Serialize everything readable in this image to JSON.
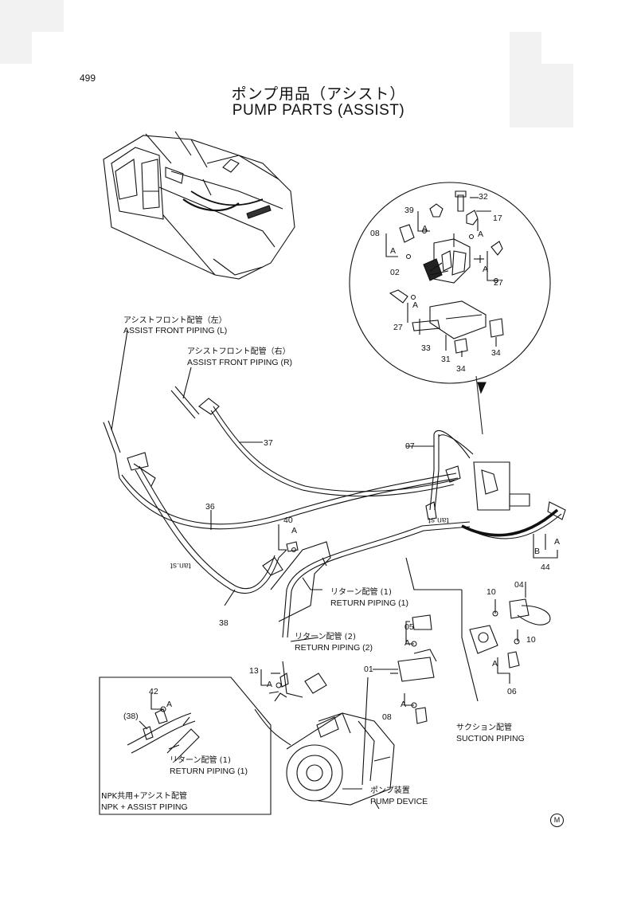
{
  "page": {
    "number": "499",
    "title_jp": "ポンプ用品（アシスト）",
    "title_en": "PUMP  PARTS (ASSIST)"
  },
  "labels": {
    "assist_front_left_jp": "アシストフロント配管（左）",
    "assist_front_left_en": "ASSIST FRONT PIPING (L)",
    "assist_front_right_jp": "アシストフロント配管（右）",
    "assist_front_right_en": "ASSIST FRONT PIPING (R)",
    "return1_jp": "リターン配管 (1)",
    "return1_en": "RETURN PIPING (1)",
    "return2_jp": "リターン配管 (2)",
    "return2_en": "RETURN PIPING (2)",
    "suction_jp": "サクション配管",
    "suction_en": "SUCTION PIPING",
    "pump_device_jp": "ポンプ装置",
    "pump_device_en": "PUMP DEVICE",
    "npk_jp": "NPK共用+アシスト配管",
    "npk_en": "NPK + ASSIST  PIPING",
    "inset_return1_jp": "リターン配管 (1)",
    "inset_return1_en": "RETURN PIPING (1)",
    "inset_ref38": "(38)",
    "watermark": "tan.st",
    "m_mark": "M"
  },
  "part_numbers": {
    "p39": "39",
    "p32": "32",
    "p17": "17",
    "p08a": "08",
    "p02": "02",
    "p27a": "27",
    "p27b": "27",
    "p33": "33",
    "p31": "31",
    "p34a": "34",
    "p34b": "34",
    "p37": "37",
    "p07": "07",
    "p36": "36",
    "p40": "40",
    "p38": "38",
    "p44": "44",
    "p10a": "10",
    "p04": "04",
    "p05": "05",
    "p10b": "10",
    "p13": "13",
    "p01": "01",
    "p06": "06",
    "p08b": "08",
    "p42": "42"
  },
  "callout_letters": {
    "a1": "A",
    "a2": "A",
    "a3": "A",
    "a4": "A",
    "a5": "A",
    "a6": "A",
    "a7": "A",
    "a8": "A",
    "a9": "A",
    "a10": "A",
    "a11": "A",
    "a12": "A",
    "a13": "A",
    "b1": "B"
  }
}
